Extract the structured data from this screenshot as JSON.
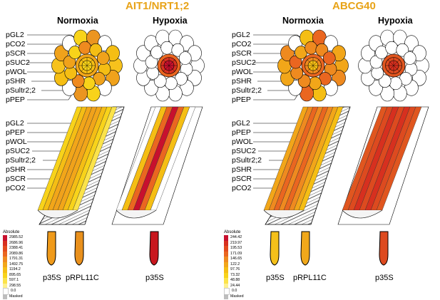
{
  "panels": [
    {
      "title": "AIT1/NRT1;2",
      "conditions": [
        "Normoxia",
        "Hypoxia"
      ],
      "cross_section_labels": [
        "pGL2",
        "pCO2",
        "pSCR",
        "pSUC2",
        "pWOL",
        "pSHR",
        "pSultr2;2",
        "pPEP"
      ],
      "longitudinal_labels": [
        "pGL2",
        "pPEP",
        "pWOL",
        "pSUC2",
        "pSultr2;2",
        "pSHR",
        "pSCR",
        "pCO2"
      ],
      "bottom_labels": [
        "p35S",
        "pRPL11C",
        "p35S"
      ],
      "legend": {
        "title": "Absolute",
        "values": [
          "2985.52",
          "2686.96",
          "2388.41",
          "2089.86",
          "1791.31",
          "1492.75",
          "1194.2",
          "895.65",
          "597.1",
          "298.55",
          "0.0",
          "Masked"
        ]
      }
    },
    {
      "title": "ABCG40",
      "conditions": [
        "Normoxia",
        "Hypoxia"
      ],
      "cross_section_labels": [
        "pGL2",
        "pCO2",
        "pSCR",
        "pSUC2",
        "pWOL",
        "pSHR",
        "pSultr2;2",
        "pPEP"
      ],
      "longitudinal_labels": [
        "pGL2",
        "pPEP",
        "pWOL",
        "pSUC2",
        "pSultr2;2",
        "pSHR",
        "pSCR",
        "pCO2"
      ],
      "bottom_labels": [
        "p35S",
        "pRPL11C",
        "p35S"
      ],
      "legend": {
        "title": "Absolute",
        "values": [
          "244.42",
          "219.97",
          "195.53",
          "171.09",
          "146.65",
          "122.2",
          "97.76",
          "73.32",
          "48.88",
          "24.44",
          "0.0",
          "Masked"
        ]
      }
    }
  ],
  "colors": {
    "title": "#e8a317",
    "scale": [
      "#c8102e",
      "#d7301f",
      "#e34a1d",
      "#ea6620",
      "#ef8a1f",
      "#f2a619",
      "#f5be14",
      "#f8d31a",
      "#fbe34a",
      "#fdf08e",
      "#ffffff",
      "#bdbdbd"
    ]
  }
}
